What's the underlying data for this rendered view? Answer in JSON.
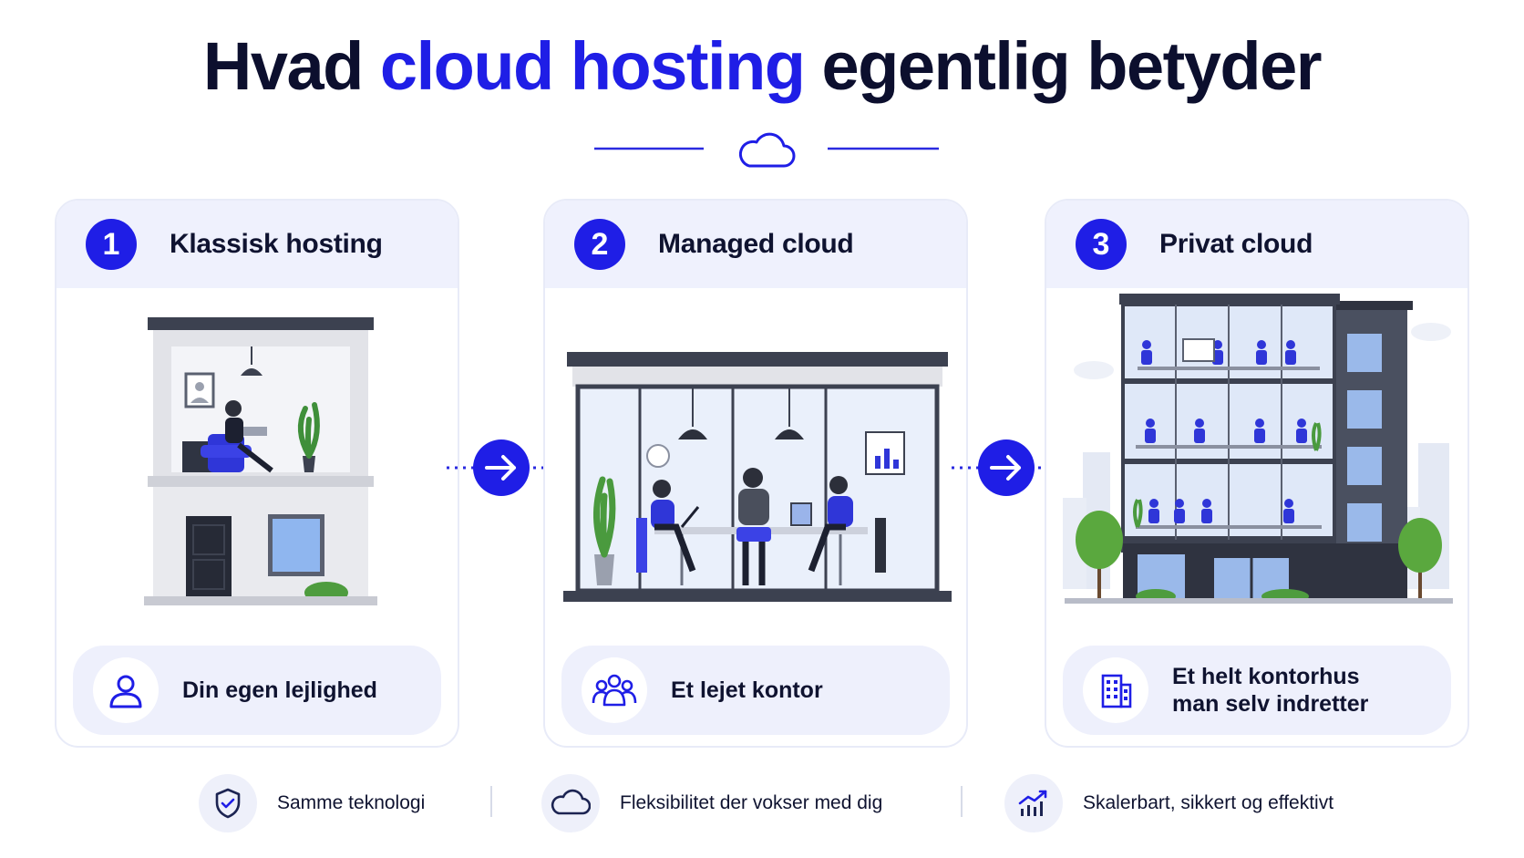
{
  "title": {
    "prefix": "Hvad",
    "highlight": "cloud hosting",
    "suffix": "egentlig betyder"
  },
  "colors": {
    "accent": "#1f1ee6",
    "dark": "#0c0f2e",
    "card_header": "#eff1fd",
    "pill": "#eef0fc"
  },
  "cards": [
    {
      "number": "1",
      "title": "Klassisk hosting",
      "caption": "Din egen lejlighed",
      "icon": "person-icon"
    },
    {
      "number": "2",
      "title": "Managed cloud",
      "caption": "Et lejet kontor",
      "icon": "people-group-icon"
    },
    {
      "number": "3",
      "title": "Privat cloud",
      "caption_line1": "Et helt kontorhus",
      "caption_line2": "man selv indretter",
      "icon": "office-building-icon"
    }
  ],
  "footer": [
    {
      "label": "Samme teknologi",
      "icon": "shield-check-icon"
    },
    {
      "label": "Fleksibilitet der vokser med dig",
      "icon": "cloud-icon"
    },
    {
      "label": "Skalerbart, sikkert og effektivt",
      "icon": "growth-chart-icon"
    }
  ]
}
